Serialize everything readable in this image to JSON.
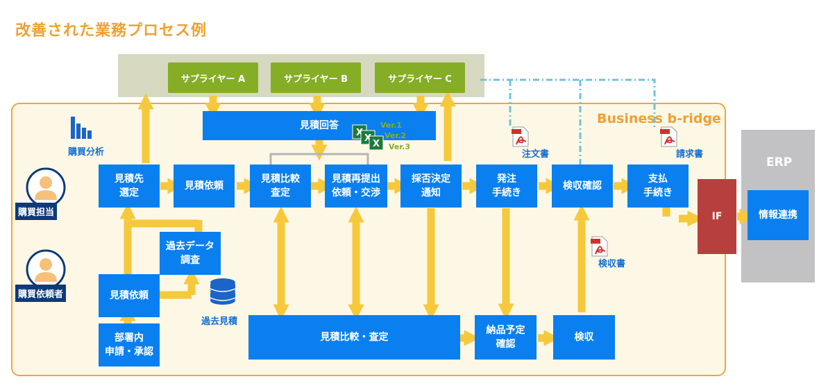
{
  "title": "改善された業務プロセス例",
  "suppliers": [
    "サプライヤー A",
    "サプライヤー B",
    "サプライヤー C"
  ],
  "platform_label": "Business b-ridge",
  "erp_label": "ERP",
  "roles": {
    "buyer": "購買担当",
    "requester": "購買依頼者"
  },
  "labels": {
    "purchase_analysis": "購買分析",
    "past_quotes": "過去見積",
    "purchase_order_doc": "注文書",
    "invoice_doc": "請求書",
    "inspection_doc": "検収書"
  },
  "versions": [
    "Ver.1",
    "Ver.2",
    "Ver.3"
  ],
  "steps": {
    "quote_response": "見積回答",
    "supplier_select": "見積先\n選定",
    "quote_request": "見積依頼",
    "quote_compare": "見積比較\n査定",
    "requote": "見積再提出\n依頼・交渉",
    "decision": "採否決定\n通知",
    "order": "発注\n手続き",
    "acceptance_check": "検収確認",
    "payment": "支払\n手続き",
    "if": "IF",
    "info_link": "情報連携",
    "past_data": "過去データ\n調査",
    "request": "見積依頼",
    "dept_approval": "部署内\n申請・承認",
    "compare_bottom": "見積比較・査定",
    "delivery": "納品予定\n確認",
    "inspection": "検収"
  },
  "colors": {
    "title_orange": "#f0a030",
    "process_blue": "#0a7ff0",
    "arrow_yellow": "#f6c83c",
    "supplier_green": "#86ad26",
    "if_red": "#b7403e",
    "link_dash": "#6cc4d8"
  }
}
